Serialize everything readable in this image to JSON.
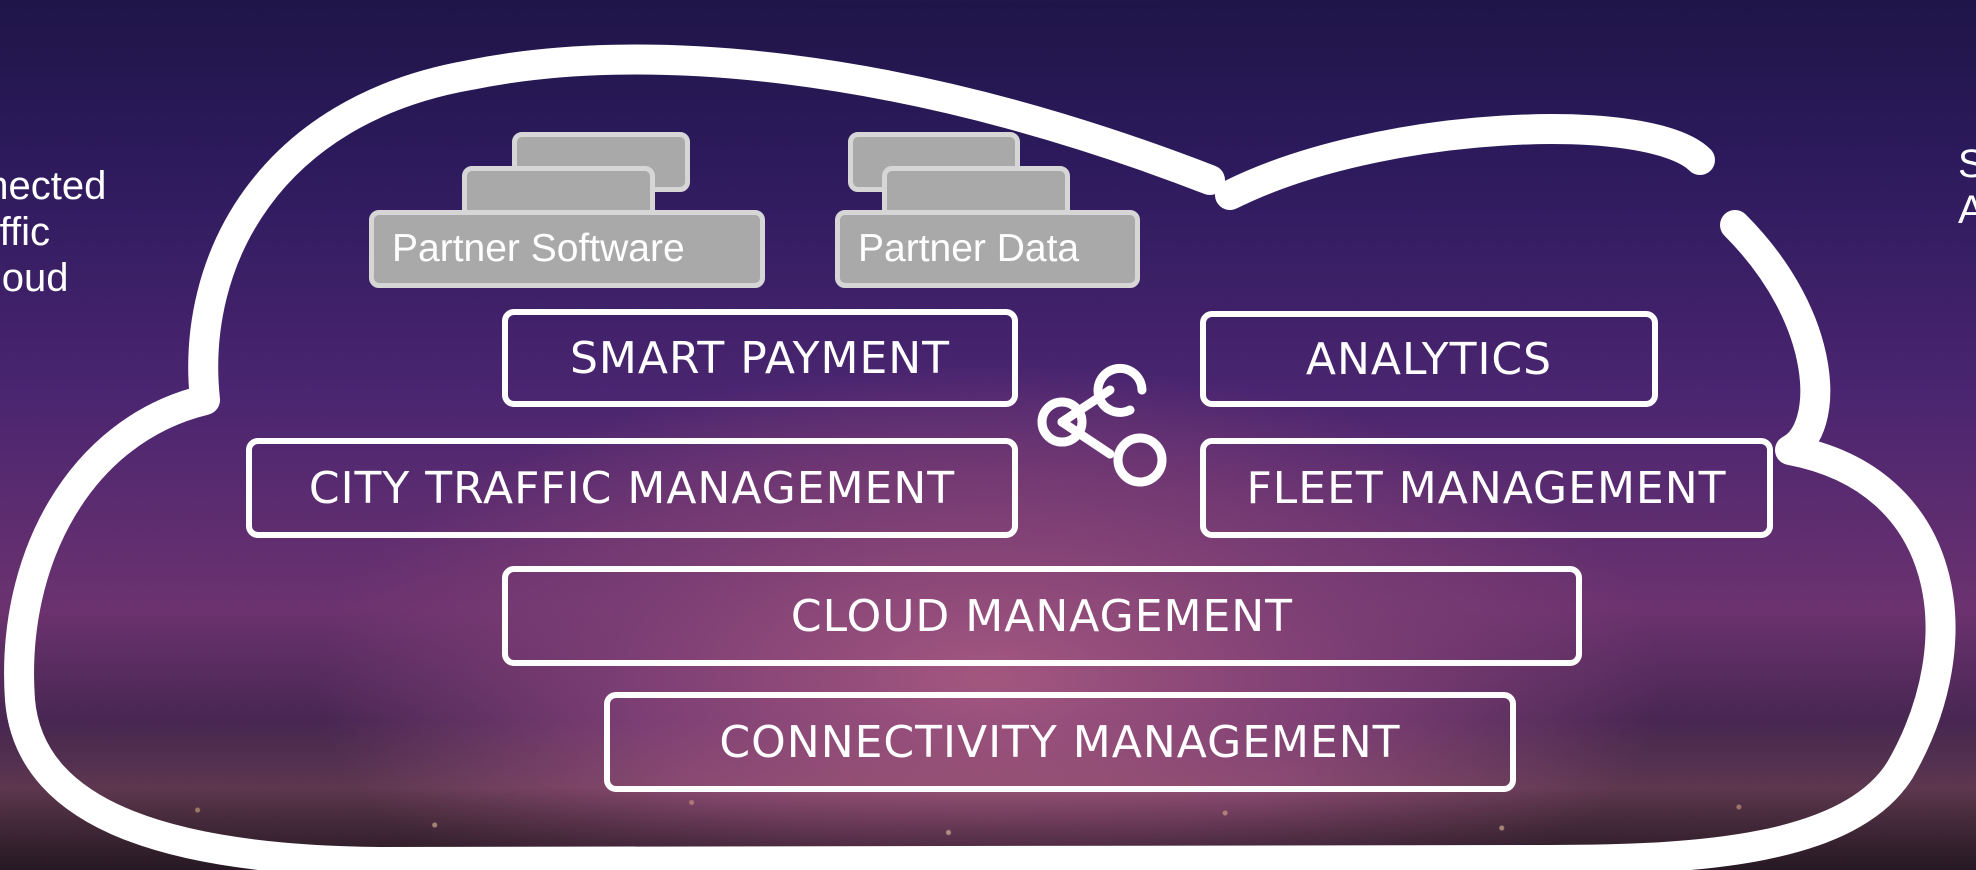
{
  "side": {
    "left": "nnected\nraffic\nCloud",
    "right": "S\nA"
  },
  "partners": {
    "software": "Partner Software",
    "data": "Partner Data"
  },
  "modules": {
    "smart_payment": "SMART PAYMENT",
    "analytics": "ANALYTICS",
    "city_traffic": "CITY TRAFFIC MANAGEMENT",
    "fleet": "FLEET MANAGEMENT",
    "cloud": "CLOUD MANAGEMENT",
    "connectivity": "CONNECTIVITY MANAGEMENT"
  },
  "icons": {
    "share": "share-icon"
  },
  "colors": {
    "outline": "#ffffff",
    "partner_fill": "#a9a9a9",
    "partner_border": "#d6d6d6",
    "background_top": "#1f1548",
    "background_mid": "#6b326f"
  }
}
